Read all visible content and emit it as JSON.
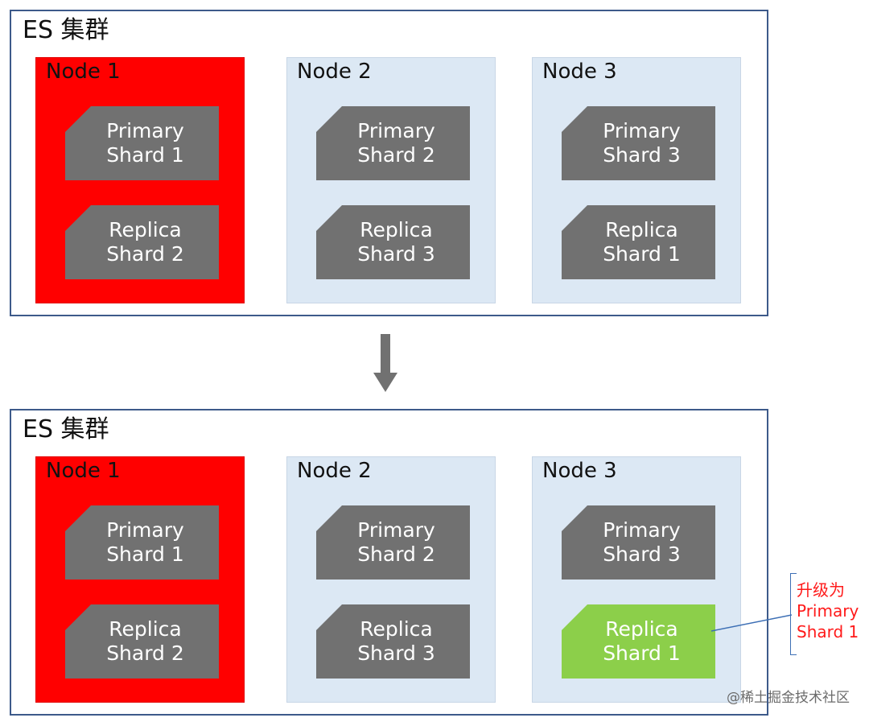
{
  "clusters": [
    {
      "title": "ES 集群",
      "nodes": [
        {
          "name": "Node 1",
          "state": "failed",
          "shards": [
            "Primary\nShard 1",
            "Replica\nShard 2"
          ]
        },
        {
          "name": "Node 2",
          "state": "normal",
          "shards": [
            "Primary\nShard 2",
            "Replica\nShard 3"
          ]
        },
        {
          "name": "Node 3",
          "state": "normal",
          "shards": [
            "Primary\nShard 3",
            "Replica\nShard 1"
          ]
        }
      ]
    },
    {
      "title": "ES 集群",
      "nodes": [
        {
          "name": "Node 1",
          "state": "failed",
          "shards": [
            "Primary\nShard 1",
            "Replica\nShard 2"
          ]
        },
        {
          "name": "Node 2",
          "state": "normal",
          "shards": [
            "Primary\nShard 2",
            "Replica\nShard 3"
          ]
        },
        {
          "name": "Node 3",
          "state": "normal",
          "shards": [
            "Primary\nShard 3",
            "Replica\nShard 1"
          ]
        }
      ]
    }
  ],
  "annotation": {
    "text": "升级为\nPrimary\nShard 1"
  },
  "watermark": "@稀土掘金技术社区",
  "colors": {
    "failed_node": "#ff0000",
    "healthy_node": "#dce8f4",
    "shard": "#717171",
    "promoted_shard": "#8ccf4a",
    "annotation_text": "#ff1a1a",
    "cluster_border": "#3d5a8a"
  }
}
